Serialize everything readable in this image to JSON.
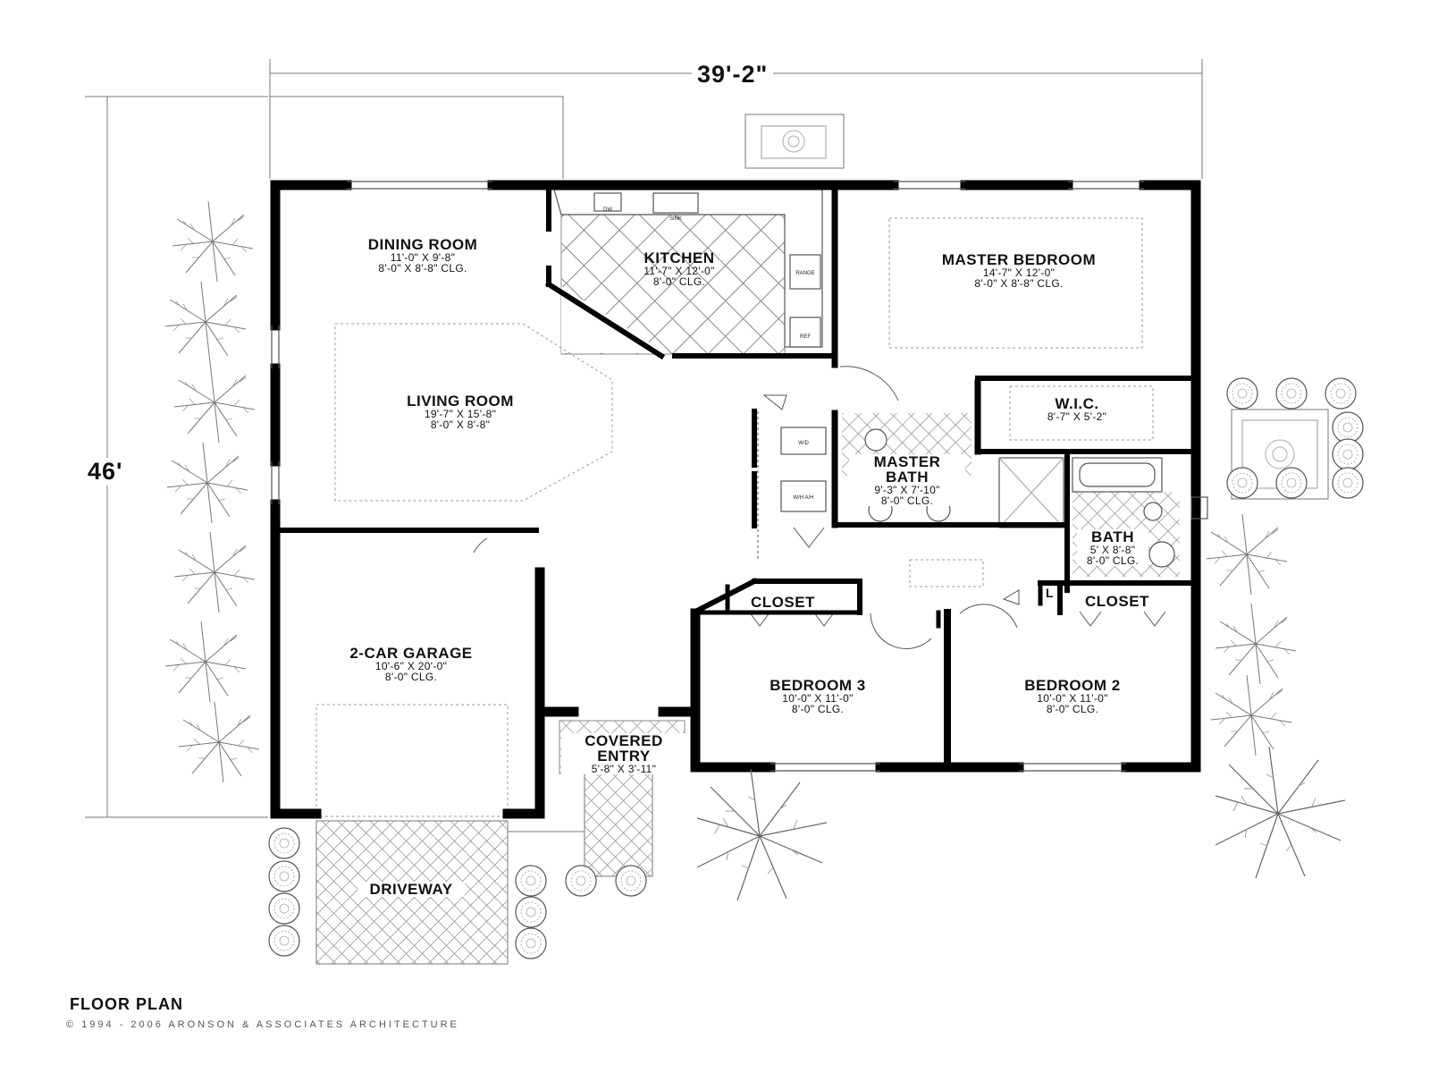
{
  "dimensions": {
    "width": "39'-2\"",
    "depth": "46'"
  },
  "rooms": {
    "dining": {
      "name": "DINING ROOM",
      "size": "11'-0\" X 9'-8\"",
      "clg": "8'-0\" X 8'-8\" CLG."
    },
    "kitchen": {
      "name": "KITCHEN",
      "size": "11'-7\" X 12'-0\"",
      "clg": "8'-0\" CLG."
    },
    "master_bedroom": {
      "name": "MASTER BEDROOM",
      "size": "14'-7\" X 12'-0\"",
      "clg": "8'-0\" X 8'-8\" CLG."
    },
    "living": {
      "name": "LIVING ROOM",
      "size": "19'-7\" X 15'-8\"",
      "clg": "8'-0\" X 8'-8\""
    },
    "wic": {
      "name": "W.I.C.",
      "size": "8'-7\" X 5'-2\""
    },
    "master_bath": {
      "name_line1": "MASTER",
      "name_line2": "BATH",
      "size": "9'-3\" X 7'-10\"",
      "clg": "8'-0\" CLG."
    },
    "bath": {
      "name": "BATH",
      "size": "5' X 8'-8\"",
      "clg": "8'-0\" CLG."
    },
    "closet3": {
      "name": "CLOSET"
    },
    "closet2": {
      "name": "CLOSET"
    },
    "garage": {
      "name": "2-CAR GARAGE",
      "size": "10'-6\" X 20'-0\"",
      "clg": "8'-0\" CLG."
    },
    "bedroom3": {
      "name": "BEDROOM 3",
      "size": "10'-0\" X 11'-0\"",
      "clg": "8'-0\" CLG."
    },
    "bedroom2": {
      "name": "BEDROOM 2",
      "size": "10'-0\" X 11'-0\"",
      "clg": "8'-0\" CLG."
    },
    "entry": {
      "name_line1": "COVERED",
      "name_line2": "ENTRY",
      "size": "5'-8\" X 3'-11\""
    },
    "driveway": {
      "name": "DRIVEWAY"
    },
    "linen": {
      "name": "L"
    }
  },
  "fixtures": {
    "dw": "DW",
    "sink": "SINK",
    "range": "RANGE",
    "ref": "REF",
    "wd": "W/D",
    "whtr": "W/H A/H"
  },
  "footer": {
    "title": "FLOOR PLAN",
    "copyright": "© 1994 - 2006 ARONSON & ASSOCIATES ARCHITECTURE"
  }
}
